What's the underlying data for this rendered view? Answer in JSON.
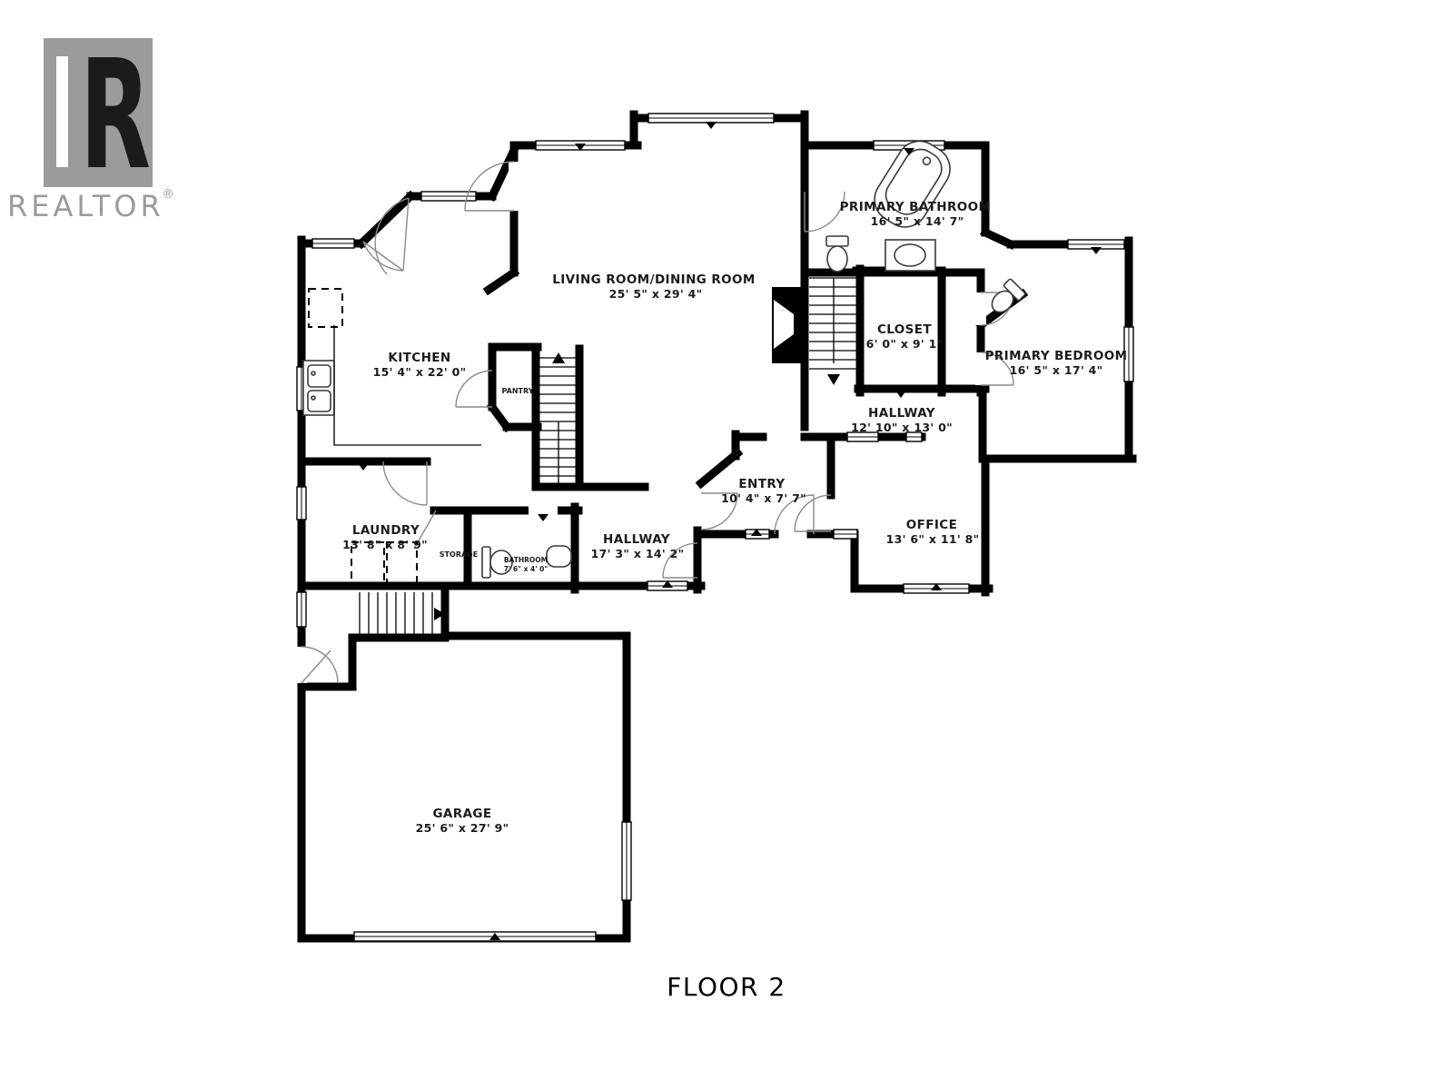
{
  "logo": {
    "brand": "REALTOR",
    "registered": "®",
    "letter": "R",
    "color": "#9b9b9b"
  },
  "floor_label": "FLOOR 2",
  "colors": {
    "wall": "#000000",
    "label": "#1b1b1b",
    "logo_gray": "#9b9b9b",
    "background": "#ffffff"
  },
  "rooms": {
    "living": {
      "name": "LIVING ROOM/DINING ROOM",
      "dims": "25' 5\" x 29' 4\""
    },
    "kitchen": {
      "name": "KITCHEN",
      "dims": "15' 4\" x 22' 0\""
    },
    "pantry": {
      "name": "PANTRY"
    },
    "primary_bathroom": {
      "name": "PRIMARY BATHROOM",
      "dims": "16' 5\" x 14' 7\""
    },
    "closet": {
      "name": "CLOSET",
      "dims": "6' 0\" x 9' 1\""
    },
    "primary_bedroom": {
      "name": "PRIMARY BEDROOM",
      "dims": "16' 5\" x 17' 4\""
    },
    "hallway_upper": {
      "name": "HALLWAY",
      "dims": "12' 10\" x 13' 0\""
    },
    "entry": {
      "name": "ENTRY",
      "dims": "10' 4\" x 7' 7\""
    },
    "office": {
      "name": "OFFICE",
      "dims": "13' 6\" x 11' 8\""
    },
    "laundry": {
      "name": "LAUNDRY",
      "dims": "13' 8\" x 8' 9\""
    },
    "storage": {
      "name": "STORAGE"
    },
    "bathroom": {
      "name": "BATHROOM",
      "dims": "7' 6\" x 4' 0\""
    },
    "hallway_lower": {
      "name": "HALLWAY",
      "dims": "17' 3\" x 14' 2\""
    },
    "garage": {
      "name": "GARAGE",
      "dims": "25' 6\" x 27' 9\""
    }
  }
}
